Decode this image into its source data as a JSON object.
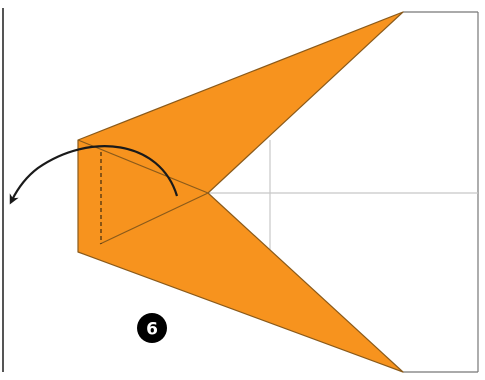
{
  "diagram": {
    "step_number": "6",
    "colors": {
      "paper_front": "#F7931E",
      "paper_edge": "#8A5A1A",
      "crease": "#c8c8c8",
      "outline": "#555555",
      "arrow": "#1a1a1a",
      "badge_bg": "#000000",
      "badge_text": "#ffffff"
    },
    "elements": [
      "paper-square-outline",
      "folded-orange-flap",
      "hidden-fold-line",
      "fold-back-arrow",
      "step-number-badge"
    ]
  }
}
